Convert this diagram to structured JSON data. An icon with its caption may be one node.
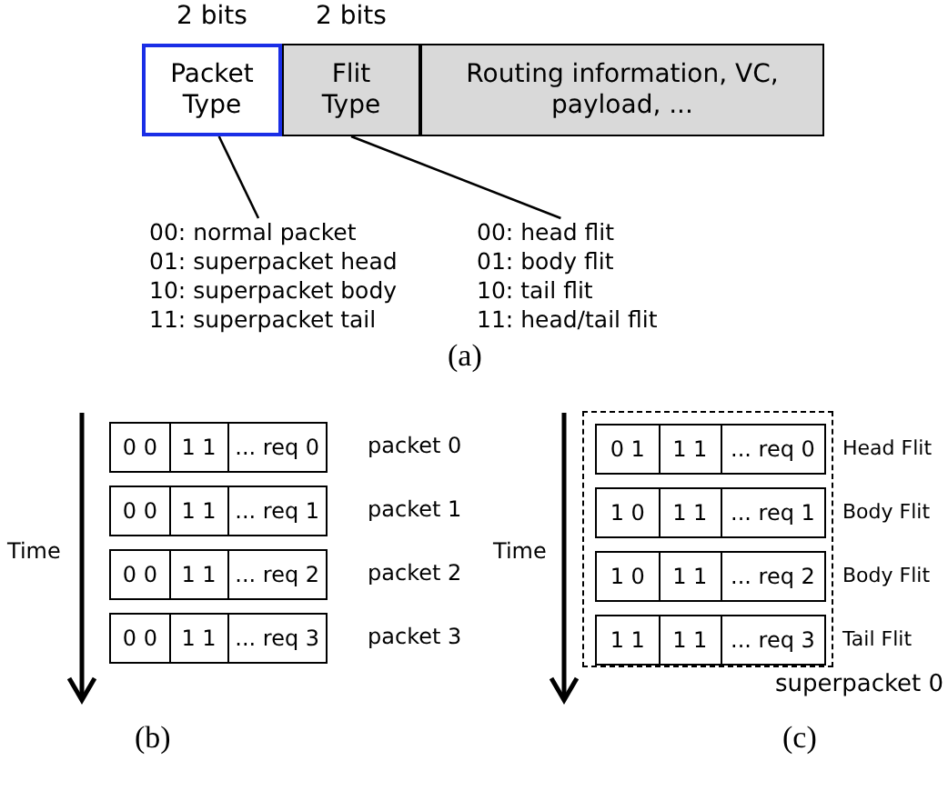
{
  "diagram": {
    "nodes": [
      {
        "text": [
          "Packet Type"
        ],
        "beside": [
          "2 bits"
        ]
      },
      {
        "text": [
          "Flit Type"
        ],
        "beside": [
          "2 bits"
        ]
      },
      {
        "text": [
          "Routing information, VC, payload, ..."
        ]
      },
      {
        "text": [
          "00: normal packet",
          "01: superpacket head",
          "10: superpacket body",
          "11: superpacket tail"
        ]
      },
      {
        "text": [
          "00: head flit",
          "01: body flit",
          "10: tail flit",
          "11: head/tail flit"
        ]
      },
      {
        "text": [
          "0 0",
          "1 1",
          "... req 0"
        ],
        "beside": [
          "packet 0"
        ]
      },
      {
        "text": [
          "0 0",
          "1 1",
          "... req 1"
        ],
        "beside": [
          "packet 1"
        ]
      },
      {
        "text": [
          "0 0",
          "1 1",
          "... req 2"
        ],
        "beside": [
          "packet 2"
        ]
      },
      {
        "text": [
          "0 0",
          "1 1",
          "... req 3"
        ],
        "beside": [
          "packet 3"
        ]
      },
      {
        "text": [],
        "shape": "box",
        "beside": [
          "superpacket 0"
        ]
      },
      {
        "text": [
          "0 1",
          "1 1",
          "... req 0"
        ],
        "beside": [
          "Head Flit"
        ],
        "in": 9
      },
      {
        "text": [
          "1 0",
          "1 1",
          "... req 1"
        ],
        "beside": [
          "Body Flit"
        ],
        "in": 9
      },
      {
        "text": [
          "1 0",
          "1 1",
          "... req 2"
        ],
        "beside": [
          "Body Flit"
        ],
        "in": 9
      },
      {
        "text": [
          "1 1",
          "1 1",
          "... req 3"
        ],
        "beside": [
          "Tail Flit"
        ],
        "in": 9
      }
    ],
    "edges": [
      {
        "from": 0,
        "to": 3,
        "arrow": "none"
      },
      {
        "from": 1,
        "to": 4,
        "arrow": "none"
      }
    ],
    "labels": [
      "(a)",
      "Time",
      "Time",
      "(b)",
      "(c)"
    ]
  }
}
